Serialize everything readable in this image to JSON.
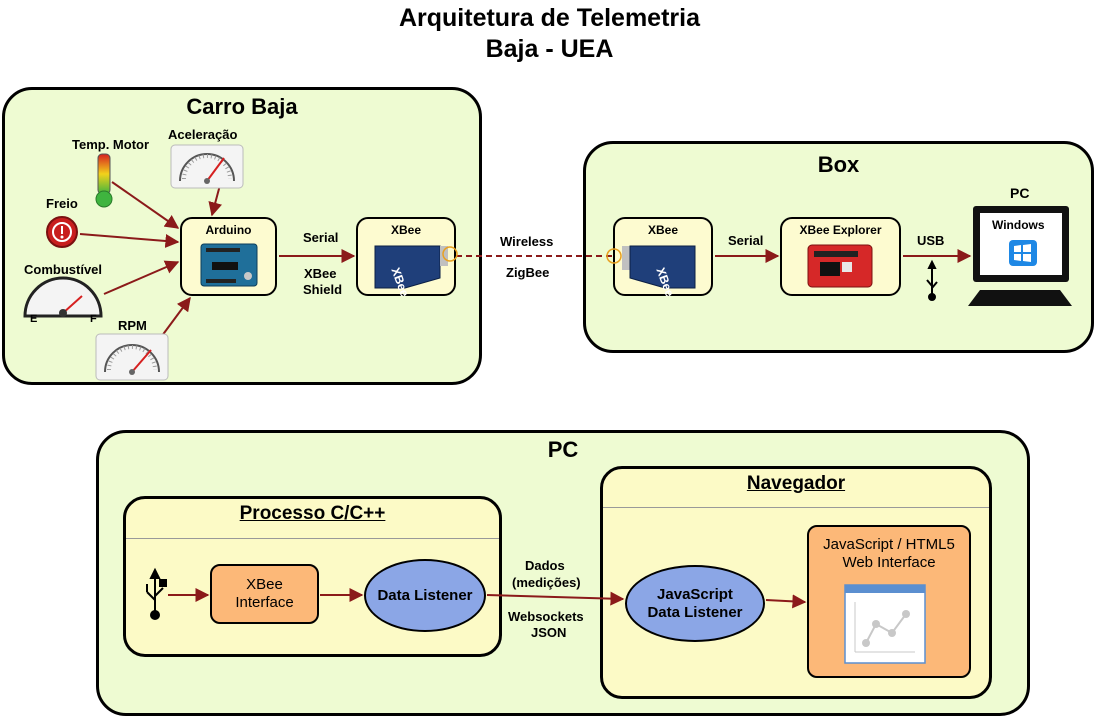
{
  "title": {
    "line1": "Arquitetura de Telemetria",
    "line2": "Baja - UEA"
  },
  "carro": {
    "title": "Carro Baja",
    "sensors": {
      "temp": "Temp. Motor",
      "acel": "Aceleração",
      "freio": "Freio",
      "comb": "Combustível",
      "rpm": "RPM"
    },
    "arduino": "Arduino",
    "xbee": "XBee",
    "serial": "Serial",
    "shield_line1": "XBee",
    "shield_line2": "Shield"
  },
  "link": {
    "wireless": "Wireless",
    "zigbee": "ZigBee"
  },
  "box": {
    "title": "Box",
    "xbee": "XBee",
    "serial": "Serial",
    "explorer": "XBee Explorer",
    "usb": "USB",
    "pc_label": "PC",
    "windows": "Windows"
  },
  "pc": {
    "title": "PC",
    "processo": {
      "title": "Processo C/C++",
      "xbee_line1": "XBee",
      "xbee_line2": "Interface",
      "listener": "Data Listener"
    },
    "dados": {
      "line1": "Dados",
      "line2": "(medições)",
      "line3": "Websockets",
      "line4": "JSON"
    },
    "navegador": {
      "title": "Navegador",
      "js_line1": "JavaScript",
      "js_line2": "Data Listener",
      "web_line1": "JavaScript / HTML5",
      "web_line2": "Web Interface"
    }
  },
  "colors": {
    "group_fill": "#eefbd2",
    "box_fill": "#fdfbd0",
    "arrow": "#8b1a1a",
    "orange": "#fcb878",
    "blue": "#8ba6e6"
  }
}
